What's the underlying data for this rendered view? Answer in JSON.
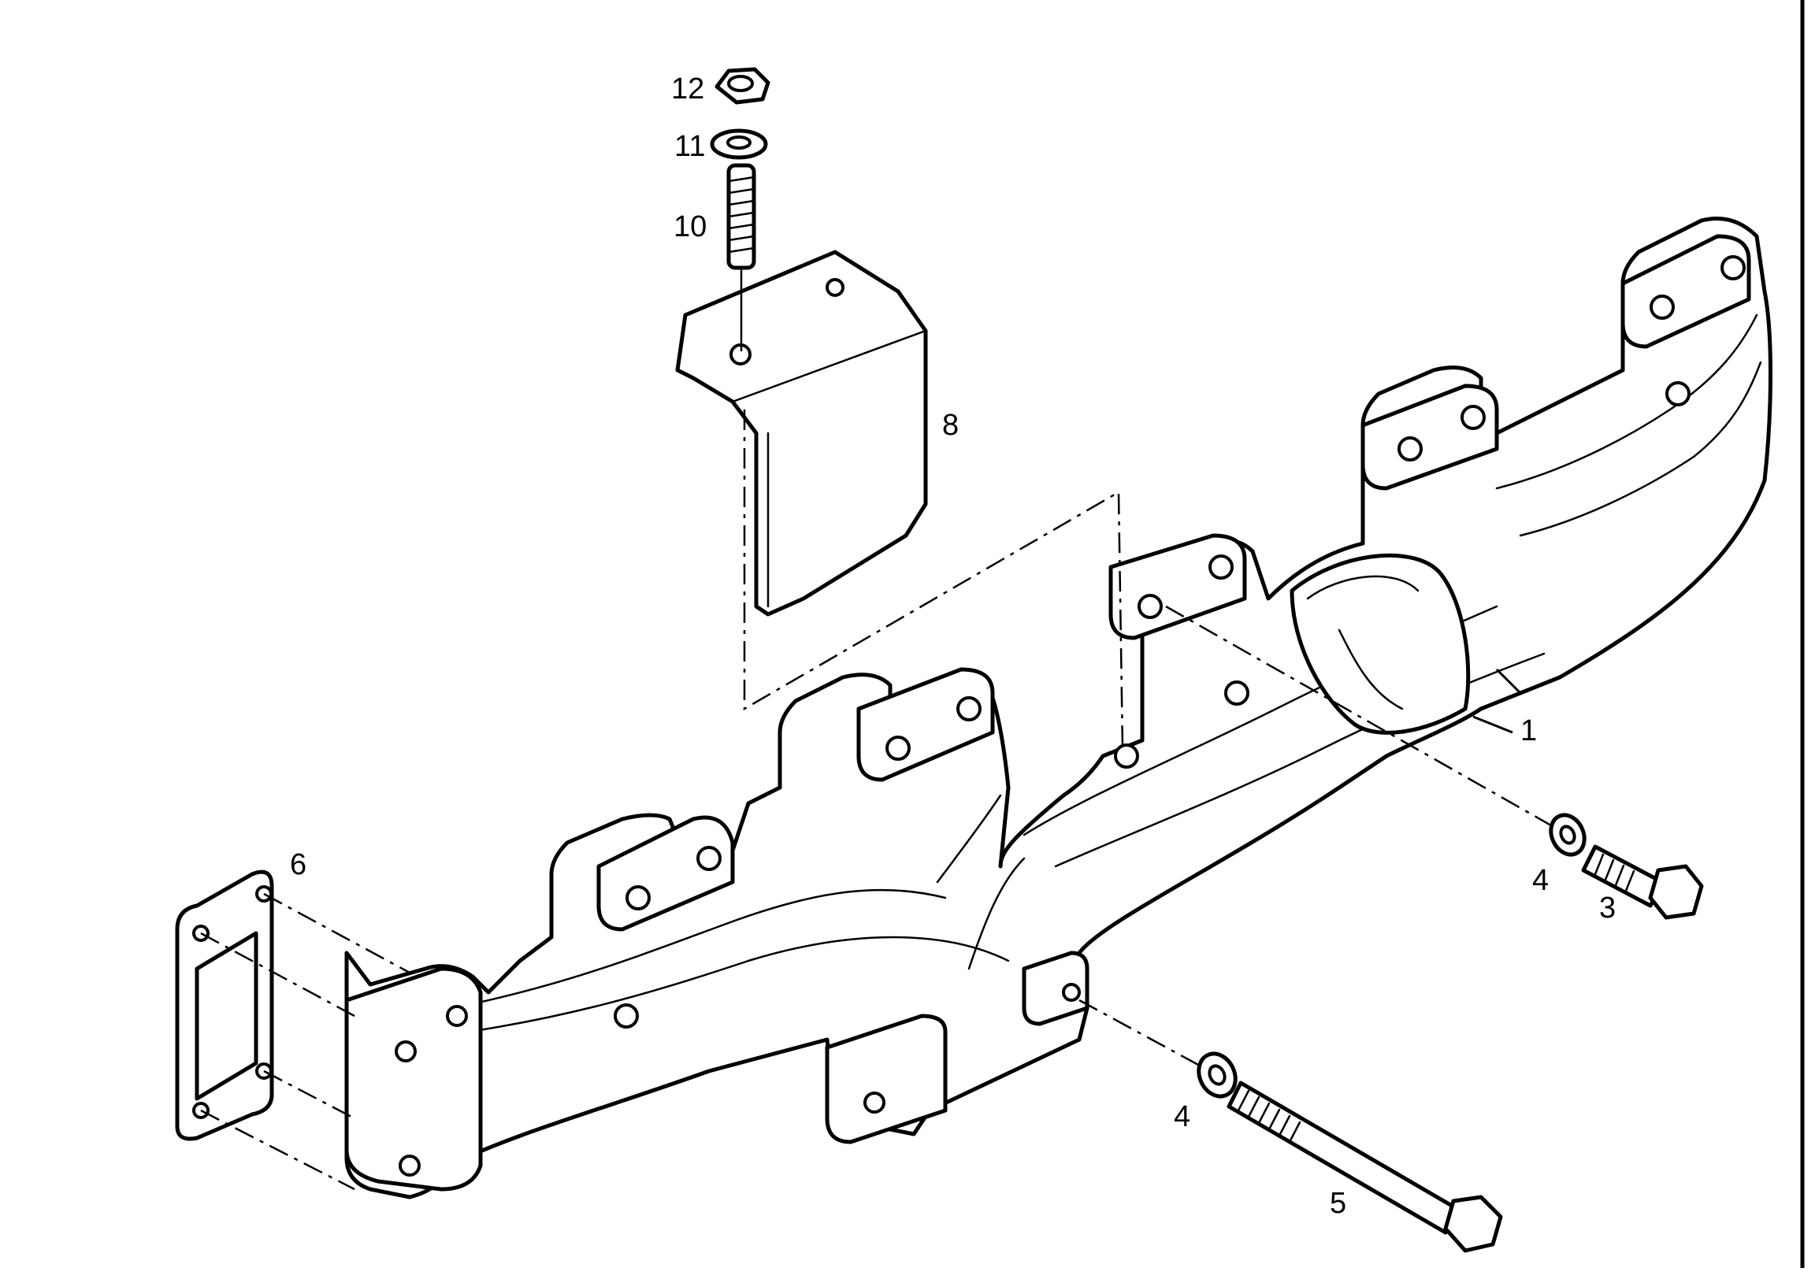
{
  "callouts": {
    "manifold": "1",
    "bolt_short": "3",
    "washer_upper": "4",
    "washer_lower": "4",
    "bolt_long": "5",
    "gasket": "6",
    "heat_shield": "8",
    "stud": "10",
    "washer_top": "11",
    "nut": "12"
  }
}
